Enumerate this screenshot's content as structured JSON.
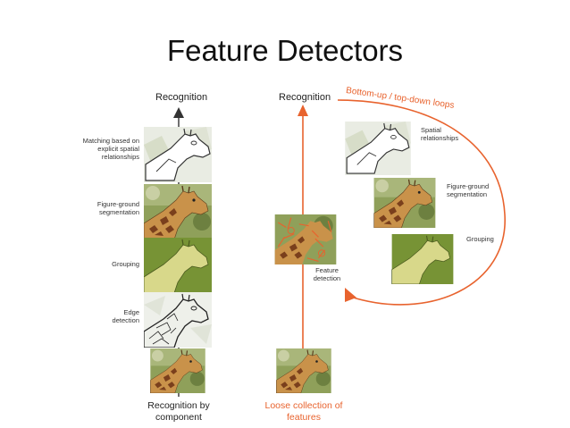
{
  "title": "Feature Detectors",
  "left": {
    "heading": "Recognition",
    "stages": [
      {
        "label": "Matching based on explicit spatial relationships",
        "kind": "outline"
      },
      {
        "label": "Figure-ground segmentation",
        "kind": "photo"
      },
      {
        "label": "Grouping",
        "kind": "grouping"
      },
      {
        "label": "Edge detection",
        "kind": "edges"
      }
    ],
    "caption": "Recognition by component"
  },
  "right": {
    "heading": "Recognition",
    "loop_label": "Bottom-up / top-down loops",
    "stages": [
      {
        "label": "Spatial relationships",
        "kind": "outline"
      },
      {
        "label": "Figure-ground segmentation",
        "kind": "photo"
      },
      {
        "label": "Grouping",
        "kind": "grouping"
      }
    ],
    "feature_label": "Feature detection",
    "caption": "Loose collection of features"
  },
  "colors": {
    "accent": "#e8632e",
    "arrow_dark": "#333333",
    "giraffe_patch": "#7a3f1c",
    "giraffe_base": "#c9924a",
    "foliage": "#6f8a3a",
    "grouping_bg": "#7d9a3a",
    "grouping_fill": "#d8d88a"
  }
}
